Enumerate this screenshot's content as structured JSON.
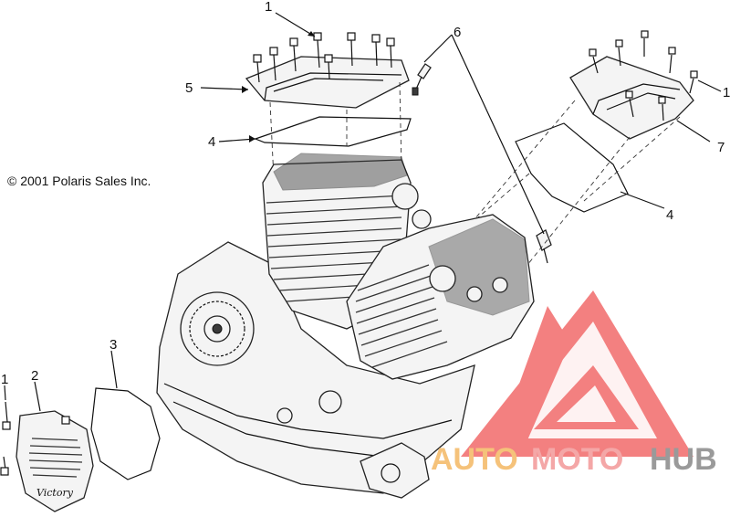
{
  "copyright": "© 2001 Polaris Sales Inc.",
  "callouts": {
    "c1_top": "1",
    "c6": "6",
    "c5": "5",
    "c4_left": "4",
    "c7": "7",
    "c4_right": "4",
    "c1_right": "1",
    "c3": "3",
    "c2": "2",
    "c1_left": "1"
  },
  "cover_badge": "Victory",
  "watermark": {
    "word_a": "AUTO",
    "word_b": "MOTO",
    "word_c": "HUB",
    "color_a": "#f5c27a",
    "color_b": "#f4a7a7",
    "color_c": "#9a9a9a",
    "logo_color": "#f26b6b"
  }
}
